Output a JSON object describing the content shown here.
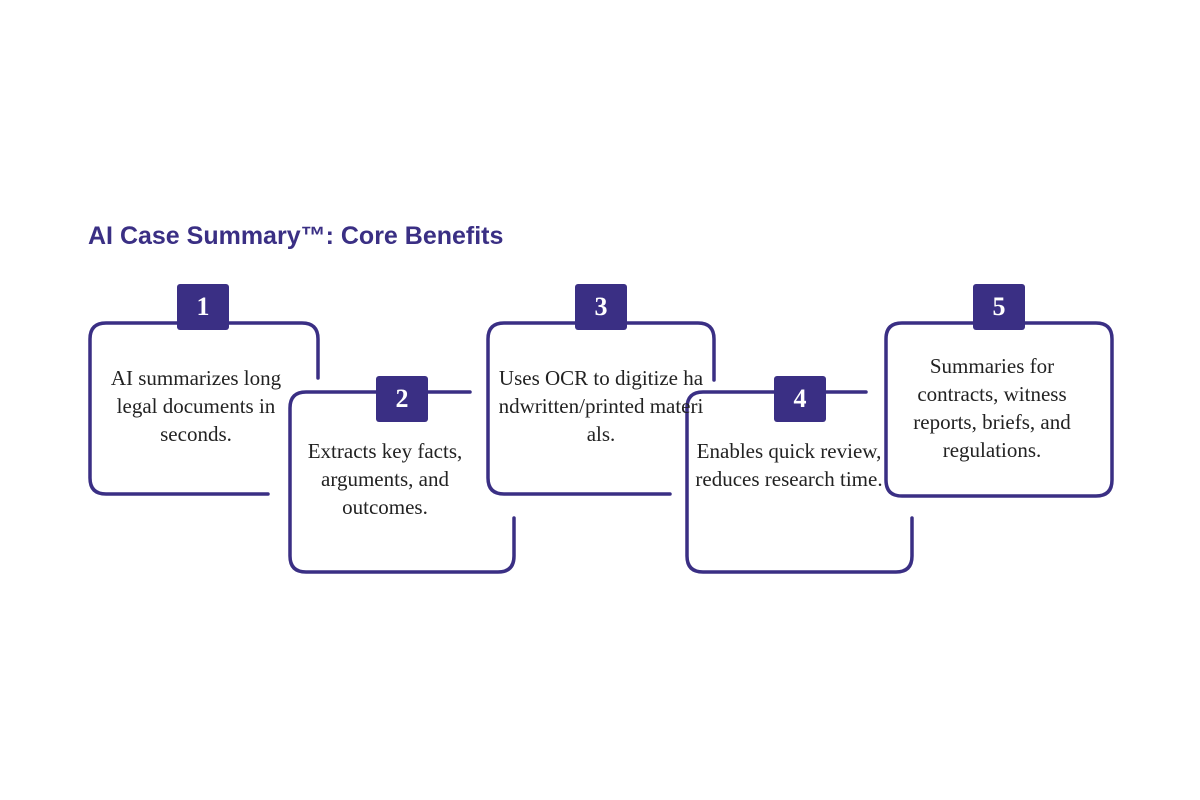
{
  "title": "AI Case Summary™: Core Benefits",
  "colors": {
    "accent": "#3a2f84",
    "text": "#222222",
    "background": "#ffffff"
  },
  "steps": [
    {
      "number": "1",
      "text": "AI summarizes long legal documents in seconds."
    },
    {
      "number": "2",
      "text": "Extracts key facts, arguments, and outcomes."
    },
    {
      "number": "3",
      "text": "Uses OCR to digitize handwritten/printed materials."
    },
    {
      "number": "4",
      "text": "Enables quick review, reduces research time."
    },
    {
      "number": "5",
      "text": "Summaries for contracts, witness reports, briefs, and regulations."
    }
  ]
}
